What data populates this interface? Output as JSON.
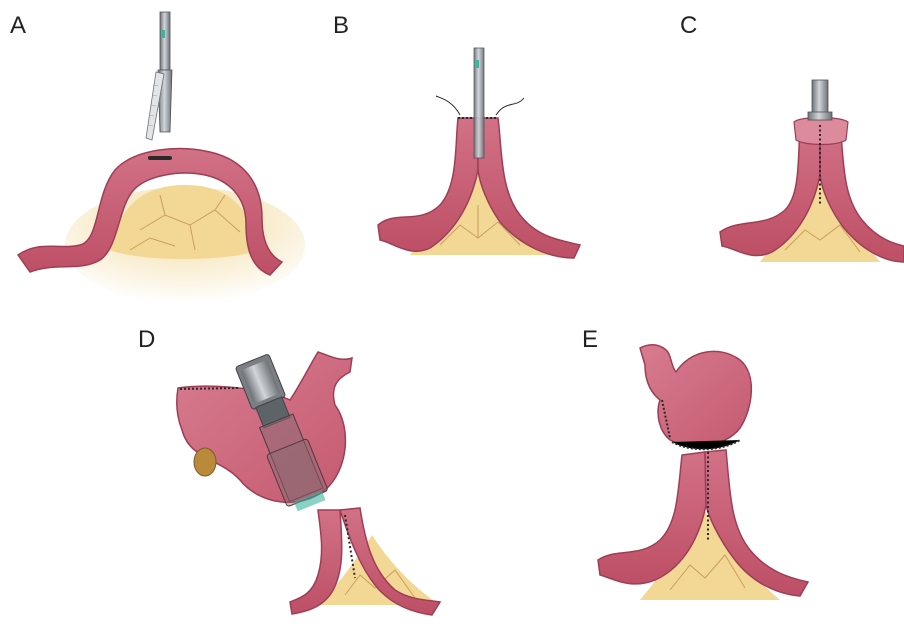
{
  "panels": {
    "a": {
      "label": "A"
    },
    "b": {
      "label": "B"
    },
    "c": {
      "label": "C"
    },
    "d": {
      "label": "D"
    },
    "e": {
      "label": "E"
    }
  },
  "colors": {
    "bowel": "#c85a6e",
    "bowel_dark": "#a8435a",
    "bowel_light": "#d98395",
    "mesentery": "#f1d89a",
    "mesentery_vessel": "#c9a060",
    "instrument": "#9aa0a6",
    "instrument_dark": "#5e6368",
    "suture": "#2a2a2a",
    "accent": "#3cb4a0"
  }
}
